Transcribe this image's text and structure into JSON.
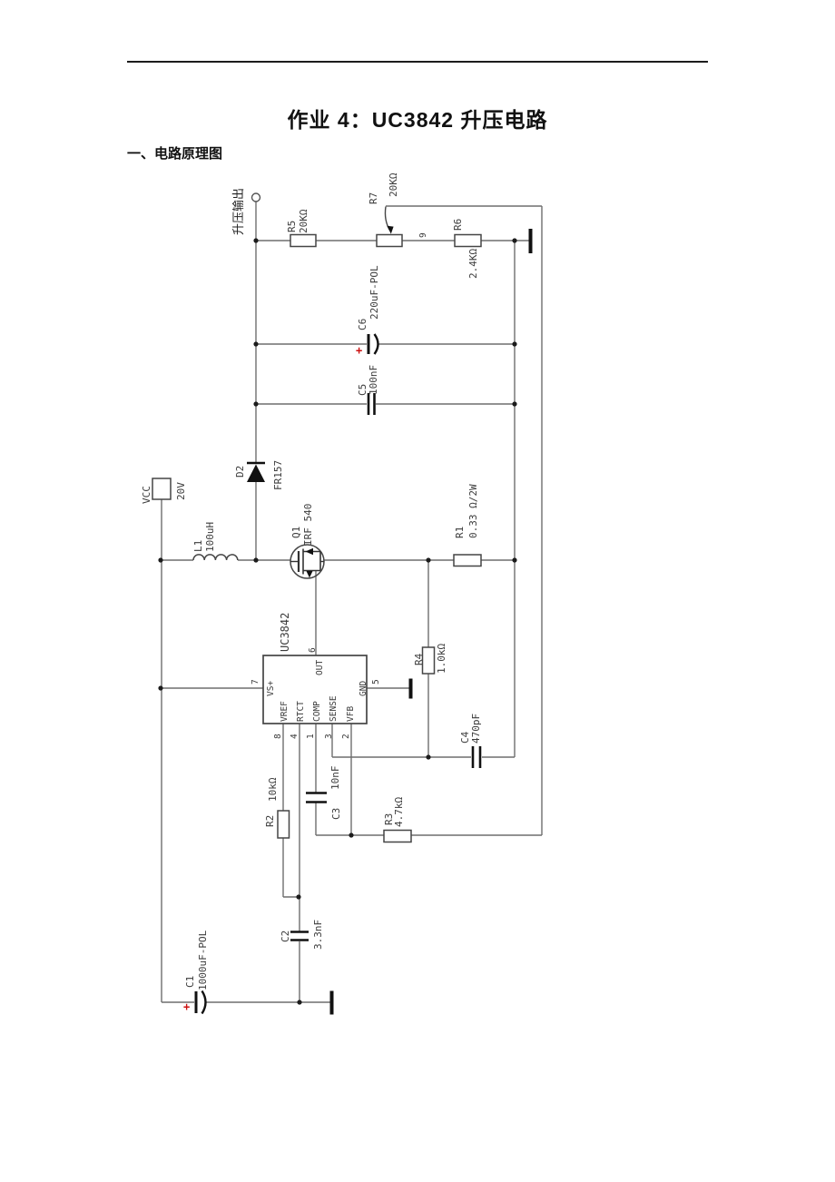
{
  "page": {
    "title": "作业 4：UC3842 升压电路",
    "heading": "一、电路原理图"
  },
  "sch": {
    "output_label": "升压输出",
    "plus_sign": "+",
    "net9": "9",
    "vcc": {
      "ref": "VCC",
      "value": "20V"
    },
    "ic": {
      "name": "UC3842",
      "pins": {
        "vsp": {
          "name": "VS+",
          "num": "7"
        },
        "out": {
          "name": "OUT",
          "num": "6"
        },
        "gnd": {
          "name": "GND",
          "num": "5"
        },
        "vref": {
          "name": "VREF",
          "num": "8"
        },
        "rtct": {
          "name": "RTCT",
          "num": "4"
        },
        "comp": {
          "name": "COMP",
          "num": "1"
        },
        "sense": {
          "name": "SENSE",
          "num": "3"
        },
        "vfb": {
          "name": "VFB",
          "num": "2"
        }
      }
    },
    "parts": {
      "L1": {
        "ref": "L1",
        "value": "100uH"
      },
      "D2": {
        "ref": "D2",
        "value": "FR157"
      },
      "Q1": {
        "ref": "Q1",
        "value": "IRF 540"
      },
      "R1": {
        "ref": "R1",
        "value": "0.33 Ω/2W"
      },
      "R2": {
        "ref": "R2",
        "value": "10kΩ"
      },
      "R3": {
        "ref": "R3",
        "value": "4.7kΩ"
      },
      "R4": {
        "ref": "R4",
        "value": "1.0kΩ"
      },
      "R5": {
        "ref": "R5",
        "value": "20KΩ"
      },
      "R6": {
        "ref": "R6",
        "value": "2.4KΩ"
      },
      "R7": {
        "ref": "R7",
        "value": "20KΩ"
      },
      "C1": {
        "ref": "C1",
        "value": "1000uF-POL"
      },
      "C2": {
        "ref": "C2",
        "value": "3.3nF"
      },
      "C3": {
        "ref": "C3",
        "value": "10nF"
      },
      "C4": {
        "ref": "C4",
        "value": "470pF"
      },
      "C5": {
        "ref": "C5",
        "value": "100nF"
      },
      "C6": {
        "ref": "C6",
        "value": "220uF-POL"
      }
    },
    "colors": {
      "wire": "#6e6e6e",
      "symbol": "#454545",
      "ink": "#111111",
      "plus": "#cc1111"
    }
  }
}
